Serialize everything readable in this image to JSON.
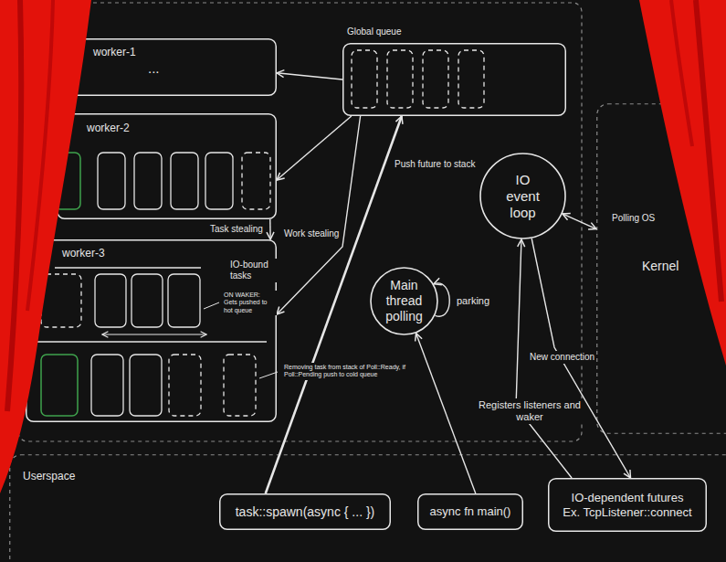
{
  "diagram": {
    "nodes": [
      {
        "text": [
          "worker-1",
          "..."
        ]
      },
      {
        "text": [
          "Global queue"
        ]
      },
      {
        "text": [
          "worker-2"
        ]
      },
      {
        "text": [
          "worker-3"
        ]
      },
      {
        "text": [
          "IO event loop"
        ]
      },
      {
        "text": [
          "Main thread polling"
        ]
      },
      {
        "text": [
          "Kernel"
        ]
      },
      {
        "text": [
          "Userspace"
        ]
      },
      {
        "text": [
          "task::spawn(async { ... })"
        ],
        "in": 7
      },
      {
        "text": [
          "async fn main()"
        ],
        "in": 7
      },
      {
        "text": [
          "IO-dependent futures",
          "Ex. TcpListener::connect"
        ],
        "in": 7
      }
    ],
    "edges": [
      {
        "from": 1,
        "to": 0,
        "arrow": "to"
      },
      {
        "from": 1,
        "to": 2,
        "arrow": "to"
      },
      {
        "from": 1,
        "to": 3,
        "label": "Work stealing",
        "arrow": "to"
      },
      {
        "from": 2,
        "to": 3,
        "label": "Task stealing",
        "arrow": "to"
      },
      {
        "from": 8,
        "to": 1,
        "label": "Push future to stack",
        "arrow": "to"
      },
      {
        "from": 9,
        "to": 5,
        "arrow": "to"
      },
      {
        "from": 5,
        "to": 5,
        "label": "parking",
        "arrow": "to"
      },
      {
        "from": 10,
        "to": 4,
        "label": "Registers listeners and waker",
        "arrow": "to"
      },
      {
        "from": 4,
        "to": 10,
        "label": "New connection",
        "arrow": "to"
      },
      {
        "from": 4,
        "to": 6,
        "label": "Polling OS",
        "arrow": "both"
      }
    ],
    "labels": [
      "IO-bound tasks",
      "ON WAKER: Gets pushed to hot queue",
      "Removing task from stack of Poll::Ready, if Poll::Pending push to cold queue"
    ]
  }
}
